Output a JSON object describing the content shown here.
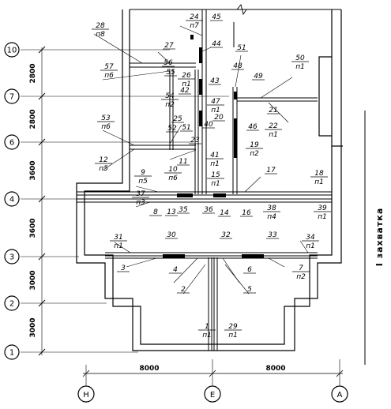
{
  "grid_axes": {
    "horizontal": [
      "10",
      "7",
      "6",
      "4",
      "3",
      "2",
      "1"
    ],
    "vertical": [
      "Н",
      "Е",
      "А"
    ]
  },
  "dimensions": {
    "left": [
      "2800",
      "2800",
      "3600",
      "3600",
      "3000",
      "3000"
    ],
    "bottom": [
      "8000",
      "8000"
    ]
  },
  "side_label": "I захватка",
  "labels": [
    {
      "n": "28",
      "m": "п8"
    },
    {
      "n": "24",
      "m": "п7"
    },
    {
      "n": "45",
      "m": ""
    },
    {
      "n": "27",
      "m": ""
    },
    {
      "n": "44",
      "m": ""
    },
    {
      "n": "51",
      "m": ""
    },
    {
      "n": "50",
      "m": "п1"
    },
    {
      "n": "57",
      "m": "п6"
    },
    {
      "n": "56",
      "m": ""
    },
    {
      "n": "55",
      "m": ""
    },
    {
      "n": "26",
      "m": "п1"
    },
    {
      "n": "48",
      "m": ""
    },
    {
      "n": "49",
      "m": ""
    },
    {
      "n": "54",
      "m": "п2"
    },
    {
      "n": "43",
      "m": ""
    },
    {
      "n": "42",
      "m": ""
    },
    {
      "n": "21",
      "m": ""
    },
    {
      "n": "53",
      "m": "п6"
    },
    {
      "n": "25",
      "m": ""
    },
    {
      "n": "47",
      "m": "п1"
    },
    {
      "n": "20",
      "m": ""
    },
    {
      "n": "22",
      "m": "п1"
    },
    {
      "n": "52",
      "m": ""
    },
    {
      "n": "51",
      "m": ""
    },
    {
      "n": "40",
      "m": ""
    },
    {
      "n": "46",
      "m": ""
    },
    {
      "n": "23",
      "m": ""
    },
    {
      "n": "19",
      "m": "п2"
    },
    {
      "n": "12",
      "m": "п5"
    },
    {
      "n": "11",
      "m": ""
    },
    {
      "n": "41",
      "m": "п1"
    },
    {
      "n": "9",
      "m": "п5"
    },
    {
      "n": "10",
      "m": "п6"
    },
    {
      "n": "15",
      "m": "п1"
    },
    {
      "n": "17",
      "m": ""
    },
    {
      "n": "18",
      "m": "п1"
    },
    {
      "n": "37",
      "m": "п3"
    },
    {
      "n": "35",
      "m": ""
    },
    {
      "n": "8",
      "m": ""
    },
    {
      "n": "13",
      "m": ""
    },
    {
      "n": "36",
      "m": ""
    },
    {
      "n": "14",
      "m": ""
    },
    {
      "n": "16",
      "m": ""
    },
    {
      "n": "38",
      "m": "п4"
    },
    {
      "n": "39",
      "m": "п1"
    },
    {
      "n": "31",
      "m": "п1"
    },
    {
      "n": "30",
      "m": ""
    },
    {
      "n": "32",
      "m": ""
    },
    {
      "n": "33",
      "m": ""
    },
    {
      "n": "34",
      "m": "п1"
    },
    {
      "n": "3",
      "m": ""
    },
    {
      "n": "4",
      "m": ""
    },
    {
      "n": "6",
      "m": ""
    },
    {
      "n": "7",
      "m": "п2"
    },
    {
      "n": "2",
      "m": ""
    },
    {
      "n": "5",
      "m": ""
    },
    {
      "n": "1",
      "m": "п1"
    },
    {
      "n": "29",
      "m": "п1"
    }
  ]
}
